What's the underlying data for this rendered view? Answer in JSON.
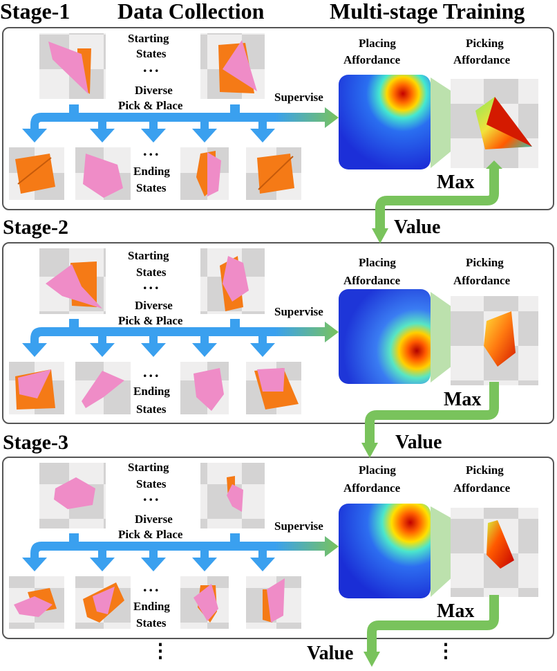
{
  "header": {
    "stage1": "Stage-1",
    "data_collection": "Data Collection",
    "multi_stage": "Multi-stage Training"
  },
  "labels": {
    "starting": "Starting",
    "states": "States",
    "diverse": "Diverse",
    "pick_place": "Pick & Place",
    "ending": "Ending",
    "supervise": "Supervise",
    "placing": "Placing",
    "picking": "Picking",
    "affordance": "Affordance",
    "max": "Max",
    "value": "Value",
    "ellipsis": "...",
    "vertical_ellipsis": "⋮"
  },
  "stages": [
    {
      "label": "Stage-1"
    },
    {
      "label": "Stage-2"
    },
    {
      "label": "Stage-3"
    }
  ],
  "colors": {
    "blue_arrow": "#3aa0ef",
    "green_arrow": "#79c35c",
    "cloth_orange": "#f57a16",
    "cloth_pink": "#ef8cc7",
    "panel_border": "#555555"
  }
}
